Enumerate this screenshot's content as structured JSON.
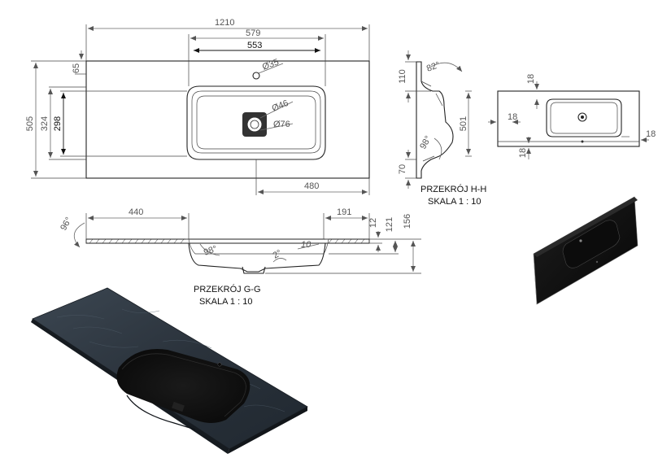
{
  "top_view": {
    "width_total": "1210",
    "width_bowl_outer": "579",
    "width_bowl_inner": "553",
    "tap_hole_dia": "Ø35",
    "waste_dia_small": "Ø46",
    "waste_dia_large": "Ø76",
    "depth_total": "505",
    "depth_bowl_outer": "324",
    "depth_bowl_inner": "298",
    "tap_offset": "65",
    "bowl_to_right": "480"
  },
  "section_hh": {
    "title": "PRZEKRÓJ H-H",
    "scale": "SKALA 1 : 10",
    "top_dim": "110",
    "angle_top": "82°",
    "depth": "501",
    "angle_bottom": "98°",
    "bottom_dim": "70"
  },
  "detail_view": {
    "dim_top": "18",
    "dim_left": "18",
    "dim_bottom": "18",
    "dim_right": "18"
  },
  "section_gg": {
    "title": "PRZEKRÓJ G-G",
    "scale": "SKALA 1 : 10",
    "angle_left": "96°",
    "left_dim": "440",
    "right_dim": "191",
    "thickness": "12",
    "height_inner": "121",
    "height_total": "156",
    "angle_bowl": "98°",
    "slope": "2°",
    "edge_dim": "10"
  }
}
